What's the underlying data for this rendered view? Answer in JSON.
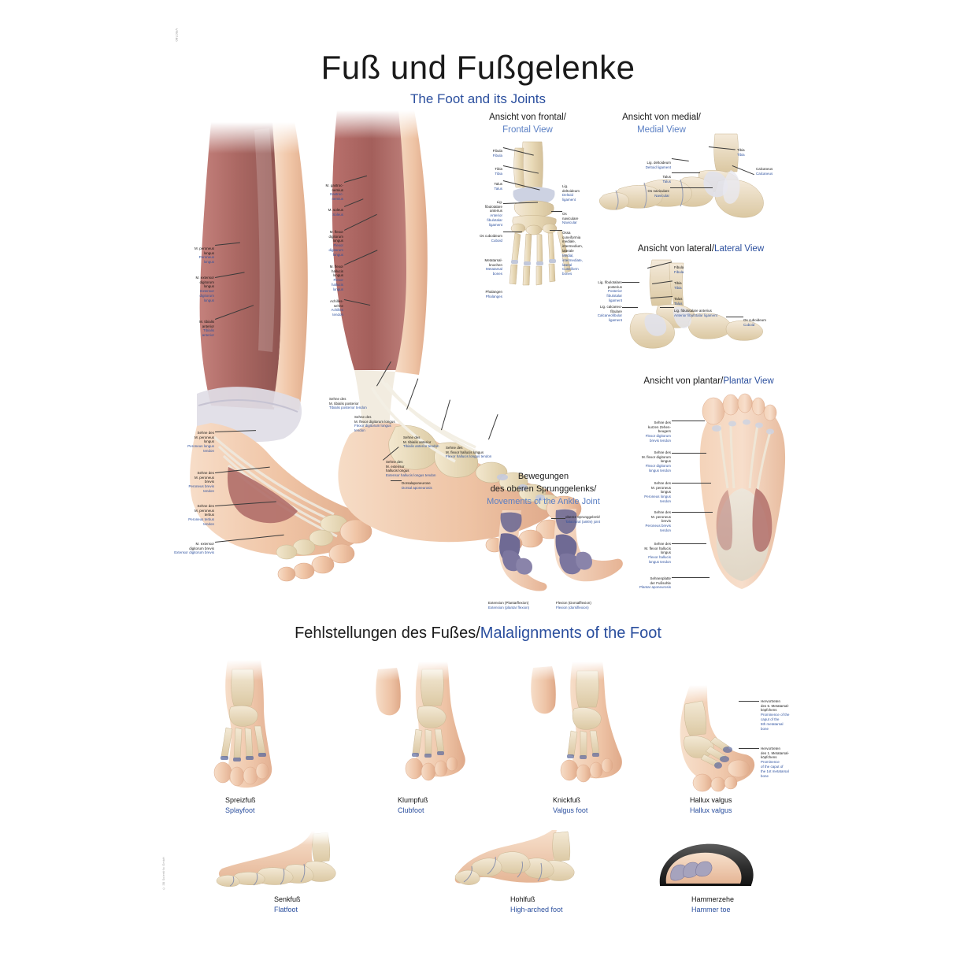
{
  "poster": {
    "title_de": "Fuß und Fußgelenke",
    "title_en": "The Foot and its Joints",
    "corner_code": "VR0780",
    "copyright": "© 3B Scientific GmbH"
  },
  "colors": {
    "german_text": "#111111",
    "english_text": "#2b4f9e",
    "heading_english": "#5a7fc4",
    "bone": "#e9dcc0",
    "muscle": "#b9736f",
    "skin": "#f2cdb0",
    "cartilage": "#c9cfe0",
    "tendon": "#f4f1ea",
    "joint_highlight": "#6f6a94"
  },
  "sections": {
    "malalignments": {
      "de": "Fehlstellungen des Fußes/",
      "en": "Malalignments of the Foot"
    }
  },
  "panels": [
    {
      "id": "frontal",
      "de": "Ansicht von frontal/",
      "en": "Frontal View"
    },
    {
      "id": "medial",
      "de": "Ansicht von medial/",
      "en": "Medial View"
    },
    {
      "id": "lateral",
      "de": "Ansicht von lateral/",
      "en": "Lateral View"
    },
    {
      "id": "plantar",
      "de": "Ansicht von plantar/",
      "en": "Plantar View"
    }
  ],
  "movements": {
    "title_de_line1": "Bewegungen",
    "title_de_line2": "des oberen Sprunggelenks/",
    "title_en": "Movements of the Ankle Joint",
    "joint_label_de": "oberes Sprunggelenk/",
    "joint_label_en": "Talocrural (ankle) joint",
    "captions": [
      {
        "de": "Extension (Plantarflexion)",
        "en": "Extension (plantar flexion)"
      },
      {
        "de": "Flexion (Dorsalflexion)",
        "en": "Flexion (dorsiflexion)"
      }
    ]
  },
  "labels": {
    "left_leg": [
      {
        "de": "M. peroneus\nlongus",
        "en": "Peroneus\nlongus"
      },
      {
        "de": "M. extensor\ndigitorum\nlongus",
        "en": "Extensor\ndigitorum\nlongus"
      },
      {
        "de": "M. tibialis\nanterior",
        "en": "Tibialis\nanterior"
      },
      {
        "de": "Sehne des\nM. peroneus\nlongus",
        "en": "Peroneus longus\ntendon"
      },
      {
        "de": "Sehne des\nM. peroneus\nbrevis",
        "en": "Peroneus brevis\ntendon"
      },
      {
        "de": "Sehne des\nM. peroneus\ntertius",
        "en": "Peroneus tertius\ntendon"
      },
      {
        "de": "M. extensor\ndigitorum brevis",
        "en": "Extensor digitorum brevis"
      }
    ],
    "mid_leg": [
      {
        "de": "M. gastroc-\nnemius",
        "en": "Gastroc-\nnemius"
      },
      {
        "de": "M. soleus",
        "en": "Soleus"
      },
      {
        "de": "M. flexor\ndigitorum\nlongus",
        "en": "Flexor\ndigitorum\nlongus"
      },
      {
        "de": "M. flexor\nhallucis\nlongus",
        "en": "Flexor\nhallucis\nlongus"
      },
      {
        "de": "Achilles-\nsehne",
        "en": "Achilles\ntendon"
      }
    ],
    "mid_foot": [
      {
        "de": "Sehne des\nM. tibialis posterior",
        "en": "Tibialis posterior tendon"
      },
      {
        "de": "Sehne des\nM. flexor digitorum longus",
        "en": "Flexor digitorum longus\ntendon"
      },
      {
        "de": "Sehne des\nM. tibialis anterior",
        "en": "Tibialis anterior tendon"
      },
      {
        "de": "Sehne des\nM. flexor hallucis longus",
        "en": "Flexor hallucis longus tendon"
      },
      {
        "de": "Sehne des\nM. extensor\nhallucis longus",
        "en": "Extensor hallucis longus tendon"
      },
      {
        "de": "Dorsalaponeurose",
        "en": "Dorsal aponeurosis"
      }
    ],
    "frontal": [
      {
        "de": "Fibula",
        "en": "Fibula"
      },
      {
        "de": "Tibia",
        "en": "Tibia"
      },
      {
        "de": "Talus",
        "en": "Talus"
      },
      {
        "de": "Lig.\nfibulotalare\nanterius",
        "en": "Anterior\nfibulotalar\nligament"
      },
      {
        "de": "Os cuboideum",
        "en": "Cuboid"
      },
      {
        "de": "Metatarsal-\nknochen",
        "en": "Metatarsal\nbones"
      },
      {
        "de": "Phalangen",
        "en": "Phalanges"
      },
      {
        "de": "Lig.\ndeltoideum",
        "en": "Deltoid\nligament"
      },
      {
        "de": "Os\nnaviculare",
        "en": "Navicular"
      },
      {
        "de": "Ossa\ncuneiformia\nmediale,\nintermedium,\nlaterale",
        "en": "Medial,\nintermediate,\nlateral\nCuneiform\nbones"
      }
    ],
    "medial": [
      {
        "de": "Tibia",
        "en": "Tibia"
      },
      {
        "de": "Lig. deltoideum",
        "en": "Deltoid ligament"
      },
      {
        "de": "Talus",
        "en": "Talus"
      },
      {
        "de": "Os naviculare",
        "en": "Navicular"
      },
      {
        "de": "Calcaneus",
        "en": "Calcaneus"
      }
    ],
    "lateral": [
      {
        "de": "Fibula",
        "en": "Fibula"
      },
      {
        "de": "Tibia",
        "en": "Tibia"
      },
      {
        "de": "Talus",
        "en": "Talus"
      },
      {
        "de": "Lig. fibulotalare\nposterius",
        "en": "Posterior\nfibulotalar\nligament"
      },
      {
        "de": "Lig. calcaneo-\nfibulare",
        "en": "Calcaneofibular\nligament"
      },
      {
        "de": "Lig. fibulotalare anterius",
        "en": "Anterior fibulotalar ligament"
      },
      {
        "de": "Os cuboideum",
        "en": "Cuboid"
      }
    ],
    "plantar": [
      {
        "de": "Sehne des\nkurzen Zehen-\nbeugers",
        "en": "Flexor digitorum\nbrevis tendon"
      },
      {
        "de": "Sehne des\nM. flexor digitorum\nlongus",
        "en": "Flexor digitorum\nlongus tendon"
      },
      {
        "de": "Sehne des\nM. peroneus\nlongus",
        "en": "Peroneus longus\ntendon"
      },
      {
        "de": "Sehne des\nM. peroneus\nbrevis",
        "en": "Peroneus brevis\ntendon"
      },
      {
        "de": "Sehne des\nM. flexor hallucis\nlongus",
        "en": "Flexor hallucis\nlongus tendon"
      },
      {
        "de": "Sehnenplatte\nder Fußsohle",
        "en": "Plantar aponeurosis"
      }
    ],
    "hallux_valgus": [
      {
        "de": "Hervortreten\ndes 5. Metatarsal-\nköpfchens",
        "en": "Prominence of the\ncaput of the\n5th metatarsal\nbone"
      },
      {
        "de": "Hervortreten\ndes 1. Metatarsal-\nköpfchens",
        "en": "Prominence\nof the caput of\nthe 1st metatarsal\nbone"
      }
    ]
  },
  "malalignments": [
    {
      "de": "Spreizfuß",
      "en": "Splayfoot"
    },
    {
      "de": "Klumpfuß",
      "en": "Clubfoot"
    },
    {
      "de": "Knickfuß",
      "en": "Valgus foot"
    },
    {
      "de": "Hallux valgus",
      "en": "Hallux valgus"
    },
    {
      "de": "Senkfuß",
      "en": "Flatfoot"
    },
    {
      "de": "Hohlfuß",
      "en": "High-arched foot"
    },
    {
      "de": "Hammerzehe",
      "en": "Hammer toe"
    }
  ]
}
